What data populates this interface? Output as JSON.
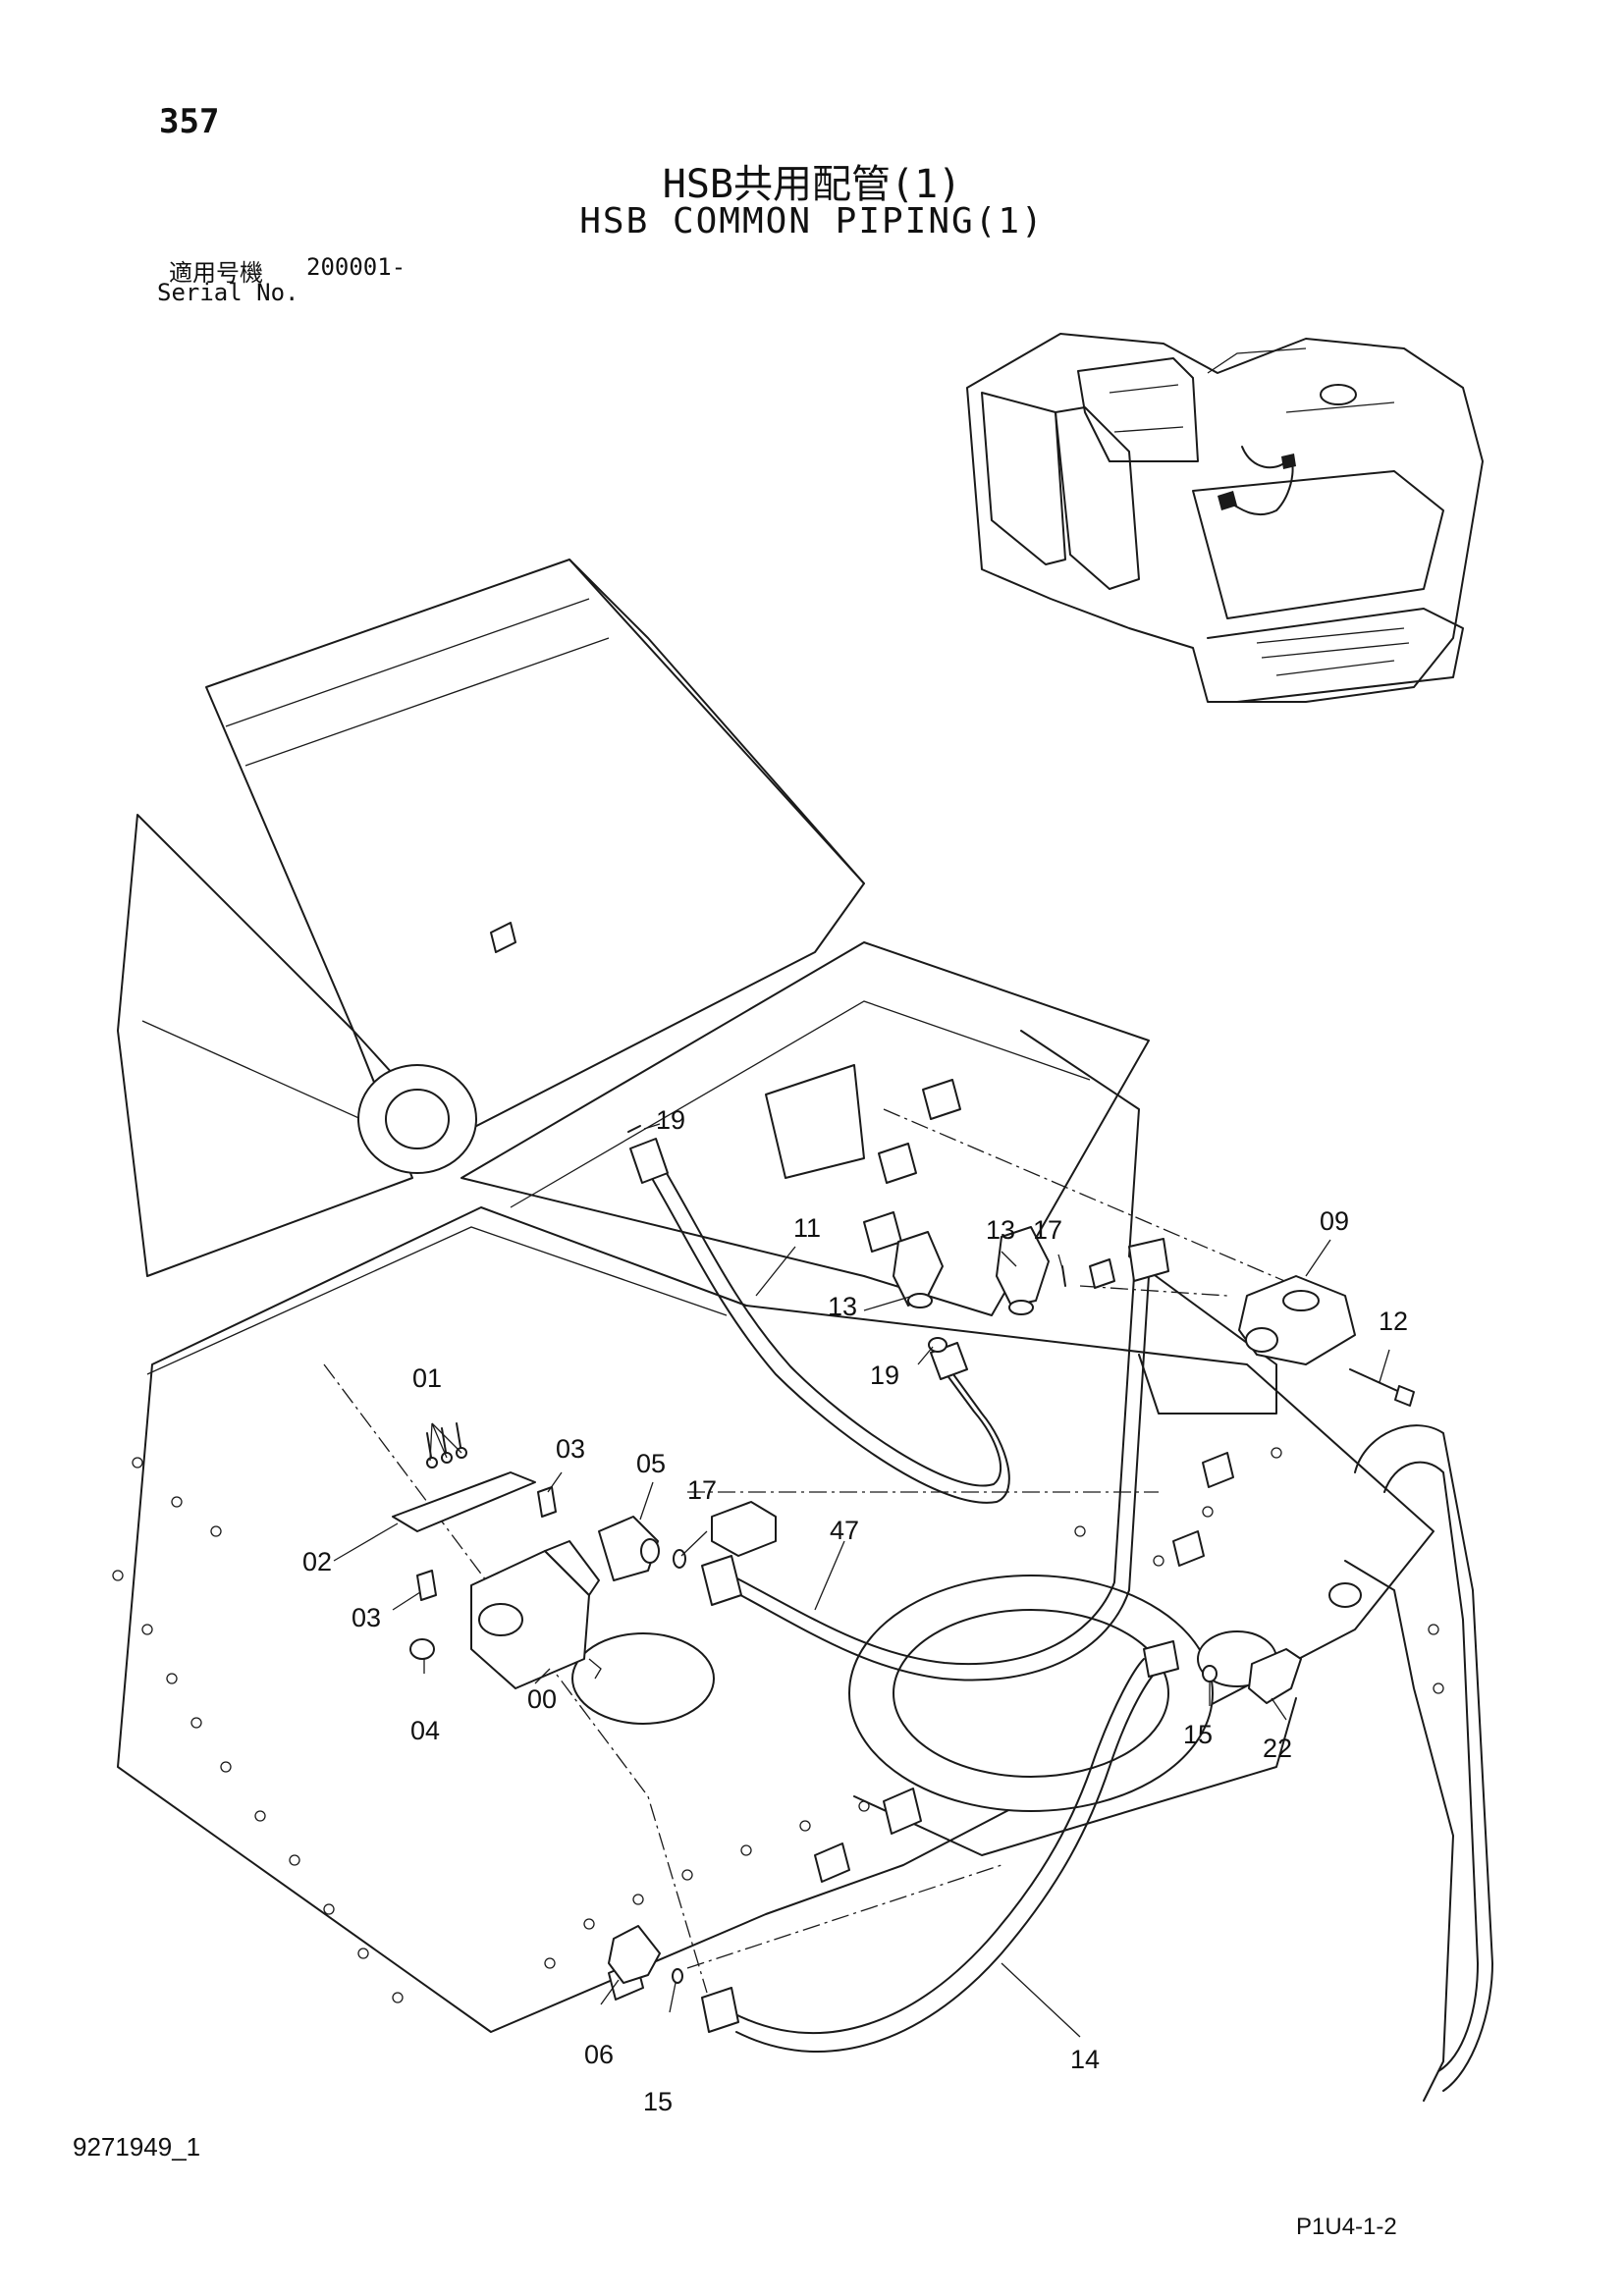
{
  "header": {
    "page_number": "357",
    "title_jp": "HSB共用配管(1)",
    "title_en": "HSB COMMON PIPING(1)",
    "serial_label_jp": "適用号機",
    "serial_label_en": "Serial No.",
    "serial_value": "200001-"
  },
  "footer": {
    "drawing_number": "9271949_1",
    "page_code": "P1U4-1-2"
  },
  "callouts": {
    "c19a": "19",
    "c11": "11",
    "c13a": "13",
    "c17a": "17",
    "c09": "09",
    "c13b": "13",
    "c12": "12",
    "c19b": "19",
    "c01": "01",
    "c03a": "03",
    "c05": "05",
    "c17b": "17",
    "c47": "47",
    "c02": "02",
    "c03b": "03",
    "c00": "00",
    "c04": "04",
    "c15a": "15",
    "c22": "22",
    "c06": "06",
    "c15b": "15",
    "c14": "14"
  }
}
